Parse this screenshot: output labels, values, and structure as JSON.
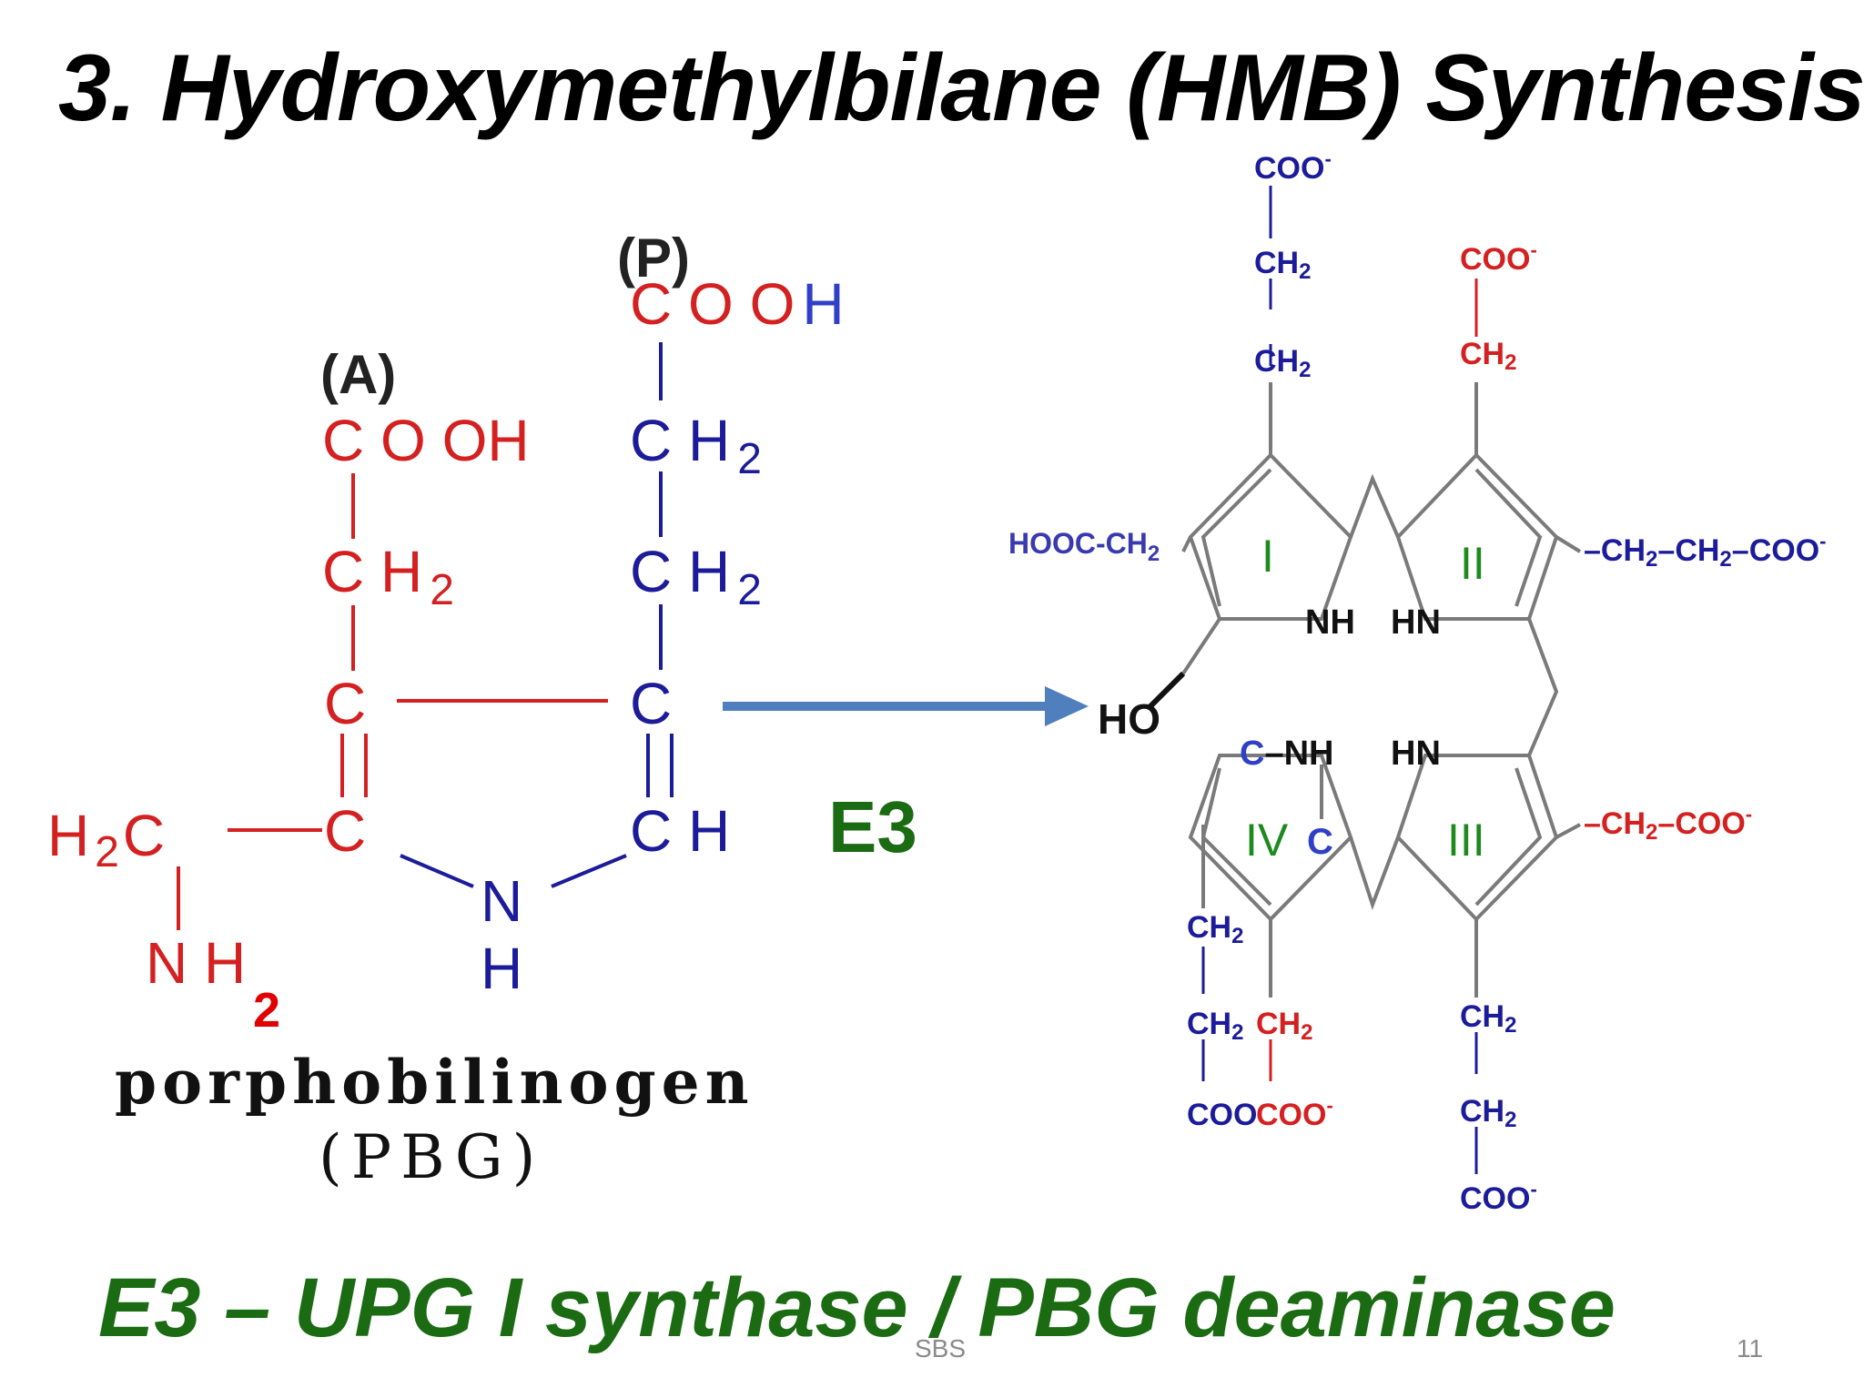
{
  "slide": {
    "title": "3. Hydroxymethylbilane (HMB) Synthesis",
    "subtitle": "E3 – UPG I synthase / PBG deaminase",
    "footer_center": "SBS",
    "page_number": "11"
  },
  "colors": {
    "red": "#d42020",
    "blue": "#1c1c9a",
    "green": "#1d8a1d",
    "dark_green": "#1a6b12",
    "arrow": "#4f7fbd",
    "gray": "#7a7a7a"
  },
  "pbg": {
    "label_A": "(A)",
    "label_P": "(P)",
    "cooh_red": "C O OH",
    "cooh_blue_c": "C O O",
    "cooh_blue_h": "H",
    "ch2": "C H",
    "sub2": "2",
    "c": "C",
    "ch": "C H",
    "h2c": "H",
    "h2c_sub": "2",
    "h2c_c": "C",
    "n": "N",
    "h": "H",
    "nh2": "N H",
    "nh2_sub": "2",
    "name": "porphobilinogen",
    "abbr": "(PBG)"
  },
  "reaction": {
    "enzyme_label": "E3"
  },
  "hmb": {
    "coo": "COO",
    "minus": "-",
    "ch2": "CH",
    "sub2": "2",
    "hooc_ch2": "HOOC-CH",
    "ring_I": "I",
    "ring_II": "II",
    "ring_III": "III",
    "ring_IV": "IV",
    "nh": "NH",
    "hn": "HN",
    "ho": "HO",
    "c": "C",
    "chain_ch2": "CH",
    "chain_dash": "–",
    "c_nh": "C—NH"
  }
}
